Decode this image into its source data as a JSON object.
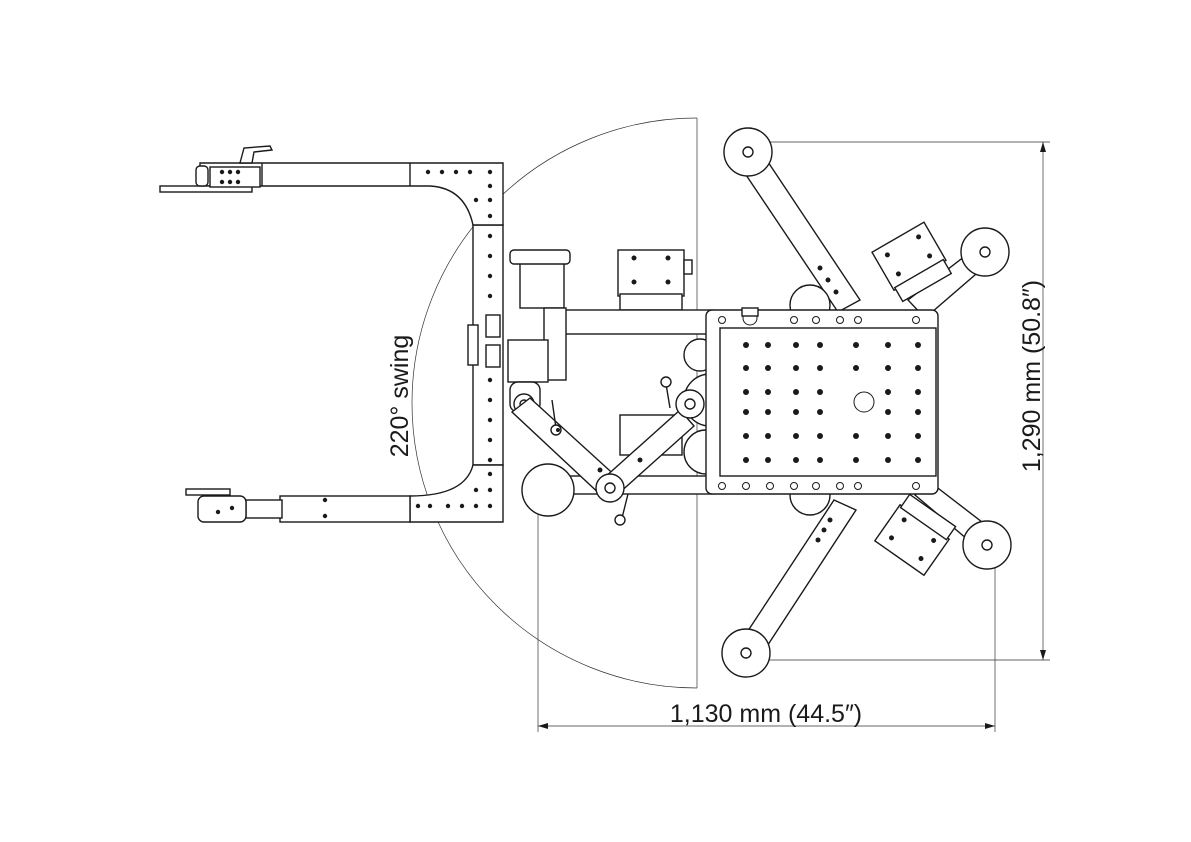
{
  "dimensions": {
    "swing_label": "220° swing",
    "width_label": "1,130 mm (44.5″)",
    "height_label": "1,290 mm (50.8″)"
  },
  "colors": {
    "line": "#1a1a1a",
    "background": "#ffffff"
  }
}
